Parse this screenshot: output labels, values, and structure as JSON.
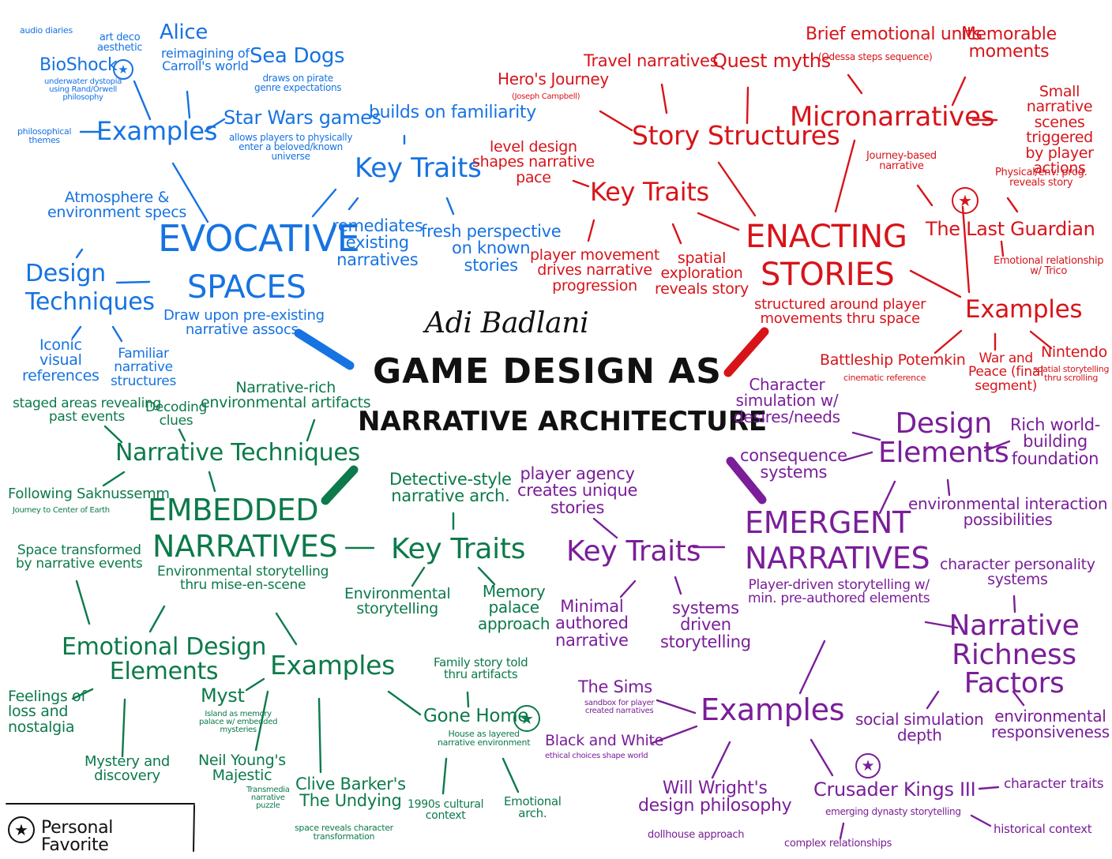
{
  "colors": {
    "blue": "#1673e2",
    "red": "#d7141a",
    "green": "#0c7a4a",
    "purple": "#7a1e99",
    "black": "#111111"
  },
  "center": {
    "author": "Adi Badlani",
    "title_line1": "GAME DESIGN AS",
    "title_line2": "NARRATIVE ARCHITECTURE"
  },
  "legend": {
    "label": "Personal Favorite",
    "icon": "star-circle-icon"
  },
  "evocative": {
    "title_line1": "EVOCATIVE",
    "title_line2": "SPACES",
    "subtitle": "Draw upon pre-existing\nnarrative assocs.",
    "examples": {
      "label": "Examples",
      "audio": "audio diaries",
      "artdeco": "art deco\naesthetic",
      "bioshock": "BioShock",
      "bioshock_note": "underwater dystopia\nusing Rand/Orwell\nphilosophy",
      "philosophical": "philosophical\nthemes",
      "alice": "Alice",
      "alice_note": "reimagining of\nCarroll's world",
      "seadogs": "Sea Dogs",
      "seadogs_note": "draws on pirate\ngenre expectations",
      "starwars": "Star Wars games",
      "starwars_note": "allows players to physically\nenter a beloved/known\nuniverse"
    },
    "key_traits": {
      "label": "Key Traits",
      "familiarity": "builds on familiarity",
      "remediates": "remediates\nexisting\nnarratives",
      "fresh": "fresh perspective\non known\nstories"
    },
    "design": {
      "label": "Design\nTechniques",
      "atmosphere": "Atmosphere &\nenvironment specs",
      "iconic": "Iconic\nvisual\nreferences",
      "familiar": "Familiar\nnarrative\nstructures"
    }
  },
  "enacting": {
    "title_line1": "ENACTING",
    "title_line2": "STORIES",
    "subtitle": "structured around player\nmovements thru space",
    "story_structures": {
      "label": "Story Structures",
      "heros": "Hero's Journey",
      "heros_note": "(Joseph Campbell)",
      "travel": "Travel narratives",
      "quest": "Quest myths"
    },
    "micro": {
      "label": "Micronarratives",
      "brief": "Brief emotional units",
      "brief_note": "(Odessa steps sequence)",
      "memorable": "Memorable\nmoments",
      "small": "Small narrative\nscenes triggered\nby player actions"
    },
    "key_traits": {
      "label": "Key Traits",
      "level": "level design\nshapes narrative\npace",
      "movement": "player movement\ndrives narrative\nprogression",
      "spatial": "spatial\nexploration\nreveals story"
    },
    "examples": {
      "label": "Examples",
      "lastguardian": "The Last Guardian",
      "journey": "Journey-based\nnarrative",
      "physical": "Physical/env. prog.\nreveals story",
      "emotional_rel": "Emotional relationship\nw/ Trico",
      "battleship": "Battleship Potemkin",
      "battleship_note": "cinematic reference",
      "warpeace": "War and\nPeace (final\nsegment)",
      "nintendo": "Nintendo",
      "nintendo_note": "spatial storytelling\nthru scrolling"
    }
  },
  "embedded": {
    "title_line1": "EMBEDDED",
    "title_line2": "NARRATIVES",
    "subtitle": "Environmental storytelling\nthru mise-en-scene",
    "techniques": {
      "label": "Narrative Techniques",
      "staged": "staged areas revealing\npast events",
      "decoding": "Decoding\nclues",
      "artifacts": "Narrative-rich\nenvironmental artifacts",
      "saknussemm": "Following Saknussemm",
      "saknussemm_note": "Journey to Center of Earth",
      "transformed": "Space transformed\nby narrative events"
    },
    "key_traits": {
      "label": "Key Traits",
      "detective": "Detective-style\nnarrative arch.",
      "envstory": "Environmental\nstorytelling",
      "memory": "Memory\npalace\napproach"
    },
    "emotional": {
      "label": "Emotional Design\nElements",
      "feelings": "Feelings of\nloss and\nnostalgia",
      "mystery": "Mystery and\ndiscovery"
    },
    "examples": {
      "label": "Examples",
      "myst": "Myst",
      "myst_note": "Island as memory\npalace w/ embedded\nmysteries",
      "neil": "Neil Young's\nMajestic",
      "neil_note": "Transmedia\nnarrative\npuzzle",
      "clive": "Clive Barker's\nThe Undying",
      "clive_note": "space reveals character\ntransformation",
      "family": "Family story told\nthru artifacts",
      "gonehome": "Gone Home",
      "gonehome_note": "House as layered\nnarrative environment",
      "cultural": "1990s cultural\ncontext",
      "emotional_arch": "Emotional\narch."
    }
  },
  "emergent": {
    "title_line1": "EMERGENT",
    "title_line2": "NARRATIVES",
    "subtitle": "Player-driven storytelling w/\nmin. pre-authored elements",
    "design": {
      "label": "Design\nElements",
      "character_sim": "Character\nsimulation w/\ndesires/needs",
      "consequence": "consequence\nsystems",
      "worldbuilding": "Rich world-\nbuilding\nfoundation",
      "interaction": "environmental interaction\npossibilities"
    },
    "key_traits": {
      "label": "Key Traits",
      "agency": "player agency\ncreates unique\nstories",
      "minimal": "Minimal\nauthored\nnarrative",
      "systems": "systems\ndriven\nstorytelling"
    },
    "richness": {
      "label": "Narrative\nRichness Factors",
      "personality": "character personality\nsystems",
      "social": "social simulation\ndepth",
      "responsiveness": "environmental\nresponsiveness"
    },
    "examples": {
      "label": "Examples",
      "sims": "The Sims",
      "sims_note": "sandbox for player\ncreated narratives",
      "bw": "Black and White",
      "bw_note": "ethical choices shape world",
      "wright": "Will Wright's\ndesign philosophy",
      "wright_note": "dollhouse approach",
      "ck": "Crusader Kings III",
      "ck_note": "emerging dynasty storytelling",
      "complex": "complex relationships",
      "traits": "character traits",
      "historical": "historical context"
    }
  }
}
